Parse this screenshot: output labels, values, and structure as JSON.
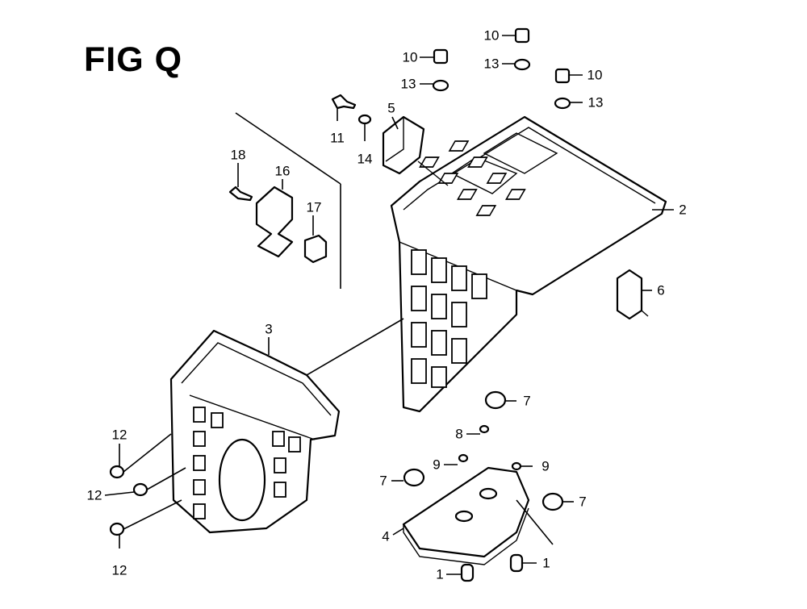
{
  "figure": {
    "title": "FIG Q"
  },
  "callouts": [
    {
      "id": "c10a",
      "text": "10"
    },
    {
      "id": "c10b",
      "text": "10"
    },
    {
      "id": "c10c",
      "text": "10"
    },
    {
      "id": "c13a",
      "text": "13"
    },
    {
      "id": "c13b",
      "text": "13"
    },
    {
      "id": "c13c",
      "text": "13"
    },
    {
      "id": "c5",
      "text": "5"
    },
    {
      "id": "c11",
      "text": "11"
    },
    {
      "id": "c14",
      "text": "14"
    },
    {
      "id": "c18",
      "text": "18"
    },
    {
      "id": "c16",
      "text": "16"
    },
    {
      "id": "c17",
      "text": "17"
    },
    {
      "id": "c2",
      "text": "2"
    },
    {
      "id": "c6",
      "text": "6"
    },
    {
      "id": "c3",
      "text": "3"
    },
    {
      "id": "c7a",
      "text": "7"
    },
    {
      "id": "c7b",
      "text": "7"
    },
    {
      "id": "c7c",
      "text": "7"
    },
    {
      "id": "c8",
      "text": "8"
    },
    {
      "id": "c9a",
      "text": "9"
    },
    {
      "id": "c9b",
      "text": "9"
    },
    {
      "id": "c4",
      "text": "4"
    },
    {
      "id": "c1a",
      "text": "1"
    },
    {
      "id": "c1b",
      "text": "1"
    },
    {
      "id": "c12a",
      "text": "12"
    },
    {
      "id": "c12b",
      "text": "12"
    },
    {
      "id": "c12c",
      "text": "12"
    }
  ]
}
